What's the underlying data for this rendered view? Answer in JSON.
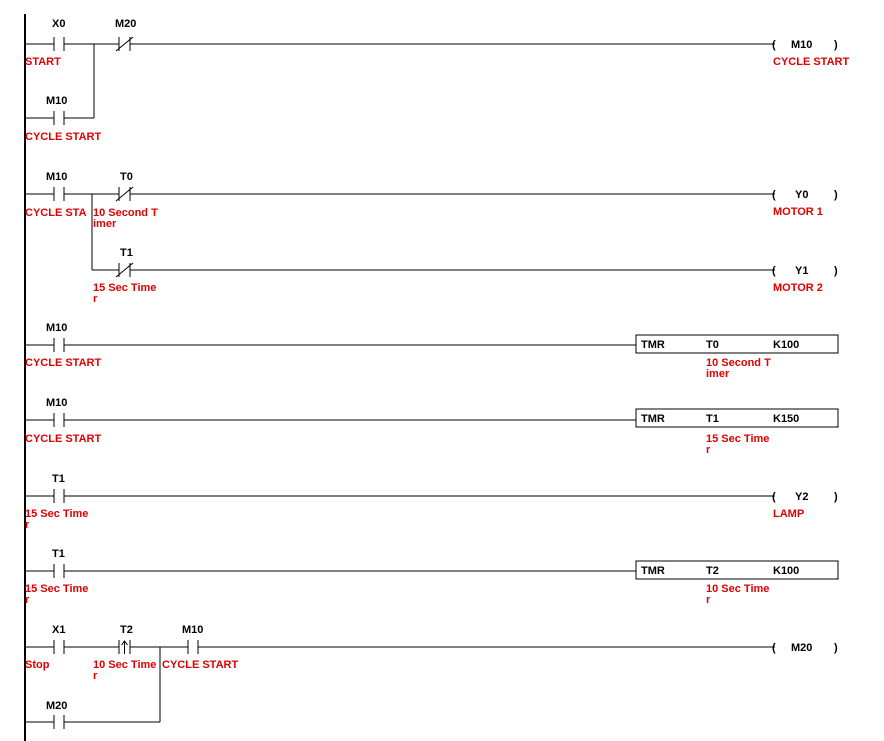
{
  "colors": {
    "wire": "#000000",
    "comment": "#e00000",
    "background": "#ffffff"
  },
  "rungs": [
    {
      "contacts": [
        {
          "type": "NO",
          "addr": "X0",
          "comment": [
            "START"
          ]
        },
        {
          "type": "NC",
          "addr": "M20",
          "comment": []
        },
        {
          "type": "NO",
          "addr": "M10",
          "comment": [
            "CYCLE START"
          ],
          "branch": true
        }
      ],
      "output": {
        "kind": "coil",
        "text": "M10",
        "comment": [
          "CYCLE START"
        ]
      }
    },
    {
      "contacts": [
        {
          "type": "NO",
          "addr": "M10",
          "comment": [
            "CYCLE STA"
          ]
        },
        {
          "type": "NC",
          "addr": "T0",
          "comment": [
            "10 Second T",
            "imer"
          ]
        },
        {
          "type": "NC",
          "addr": "T1",
          "comment": [
            "15 Sec Time",
            "r"
          ],
          "branch": true
        }
      ],
      "outputs": [
        {
          "kind": "coil",
          "text": "Y0",
          "comment": [
            "MOTOR 1"
          ]
        },
        {
          "kind": "coil",
          "text": "Y1",
          "comment": [
            "MOTOR 2"
          ]
        }
      ]
    },
    {
      "contacts": [
        {
          "type": "NO",
          "addr": "M10",
          "comment": [
            "CYCLE START"
          ]
        }
      ],
      "output": {
        "kind": "timer",
        "instr": "TMR",
        "addr": "T0",
        "preset": "K100",
        "comment": [
          "10 Second T",
          "imer"
        ]
      }
    },
    {
      "contacts": [
        {
          "type": "NO",
          "addr": "M10",
          "comment": [
            "CYCLE START"
          ]
        }
      ],
      "output": {
        "kind": "timer",
        "instr": "TMR",
        "addr": "T1",
        "preset": "K150",
        "comment": [
          "15 Sec Time",
          "r"
        ]
      }
    },
    {
      "contacts": [
        {
          "type": "NO",
          "addr": "T1",
          "comment": [
            "15 Sec Time",
            "r"
          ]
        }
      ],
      "output": {
        "kind": "coil",
        "text": "Y2",
        "comment": [
          "LAMP"
        ]
      }
    },
    {
      "contacts": [
        {
          "type": "NO",
          "addr": "T1",
          "comment": [
            "15 Sec Time",
            "r"
          ]
        }
      ],
      "output": {
        "kind": "timer",
        "instr": "TMR",
        "addr": "T2",
        "preset": "K100",
        "comment": [
          "10 Sec Time",
          "r"
        ]
      }
    },
    {
      "contacts": [
        {
          "type": "NO",
          "addr": "X1",
          "comment": [
            "Stop"
          ]
        },
        {
          "type": "PULSE",
          "addr": "T2",
          "comment": [
            "10 Sec Time",
            "r"
          ]
        },
        {
          "type": "NO",
          "addr": "M10",
          "comment": [
            "CYCLE START"
          ]
        },
        {
          "type": "NO",
          "addr": "M20",
          "comment": [],
          "branch": true
        }
      ],
      "output": {
        "kind": "coil",
        "text": "M20",
        "comment": []
      }
    }
  ]
}
